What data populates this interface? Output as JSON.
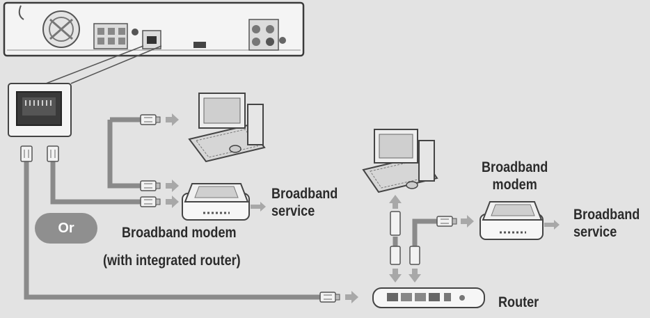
{
  "labels": {
    "or": "Or",
    "modem_integrated_line1": "Broadband modem",
    "modem_integrated_line2": "(with integrated router)",
    "service_left_line1": "Broadband",
    "service_left_line2": "service",
    "modem_right_line1": "Broadband",
    "modem_right_line2": "modem",
    "service_right_line1": "Broadband",
    "service_right_line2": "service",
    "router": "Router"
  },
  "colors": {
    "background": "#e3e3e3",
    "cable": "#8a8a8a",
    "arrow": "#a8a8a8",
    "device_outline": "#4a4a4a",
    "badge": "#8f8f8f"
  }
}
